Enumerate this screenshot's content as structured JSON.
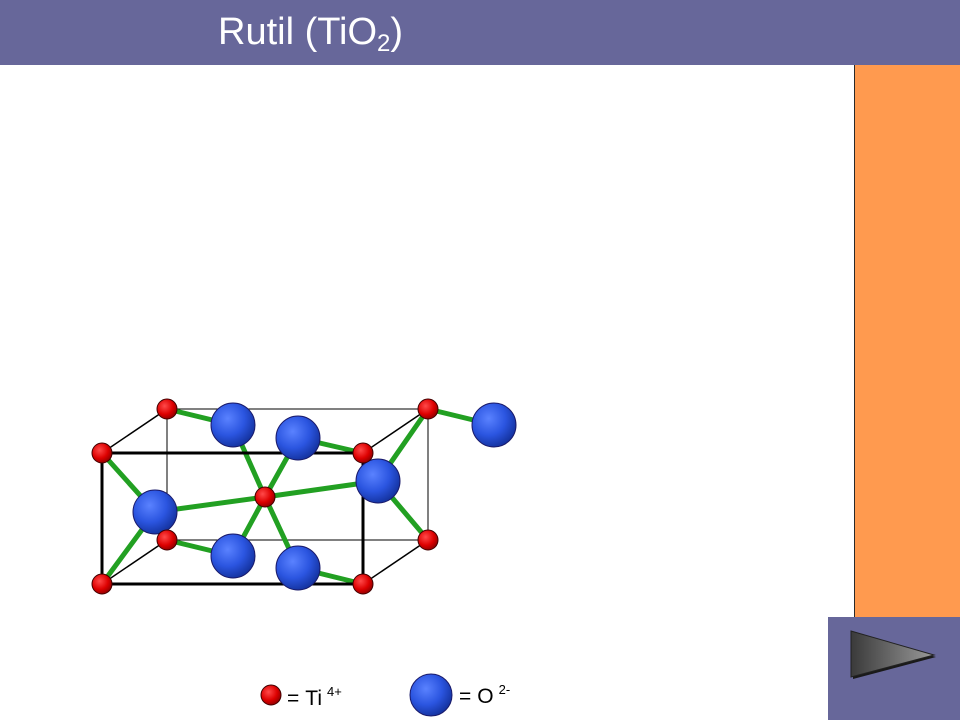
{
  "header": {
    "title_main": "Rutil (TiO",
    "title_sub": "2",
    "title_end": ")"
  },
  "legend": {
    "ti": {
      "equals": "=",
      "label": "Ti",
      "charge": "4+"
    },
    "o": {
      "equals": "=",
      "label": "O",
      "charge": "2-"
    }
  },
  "colors": {
    "header_bg": "#67679a",
    "side_panel": "#ff9a4f",
    "ti_atom": "#e00000",
    "o_atom": "#2b55e0",
    "bond": "#22a022",
    "cell_edge": "#000000"
  },
  "icons": {
    "next": "play-arrow-icon"
  }
}
